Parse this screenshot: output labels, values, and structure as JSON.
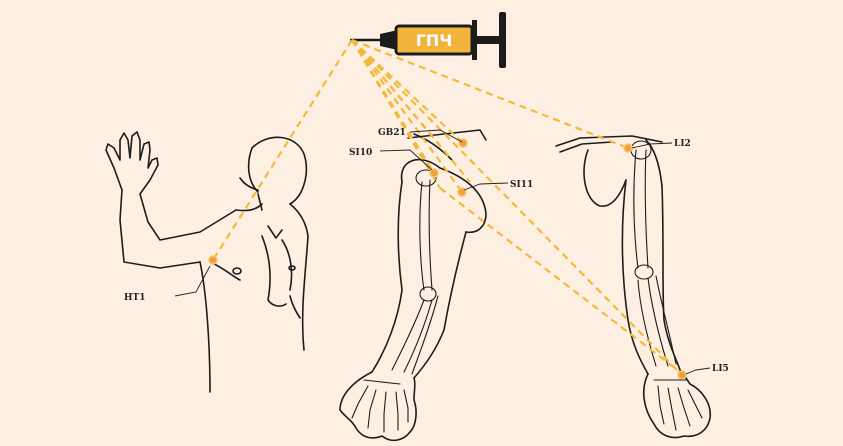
{
  "syringe": {
    "label": "ГПЧ",
    "color": "#f2b33d"
  },
  "points": [
    {
      "id": "ht1",
      "label": "HT1"
    },
    {
      "id": "gb21",
      "label": "GB21"
    },
    {
      "id": "si10",
      "label": "SI10"
    },
    {
      "id": "si11",
      "label": "SI11"
    },
    {
      "id": "li2",
      "label": "LI2"
    },
    {
      "id": "li5",
      "label": "LI5"
    }
  ],
  "colors": {
    "background": "#fdf0e2",
    "dash": "#f2b93b",
    "point": "#f0a13a",
    "outline": "#1c1c1c"
  }
}
